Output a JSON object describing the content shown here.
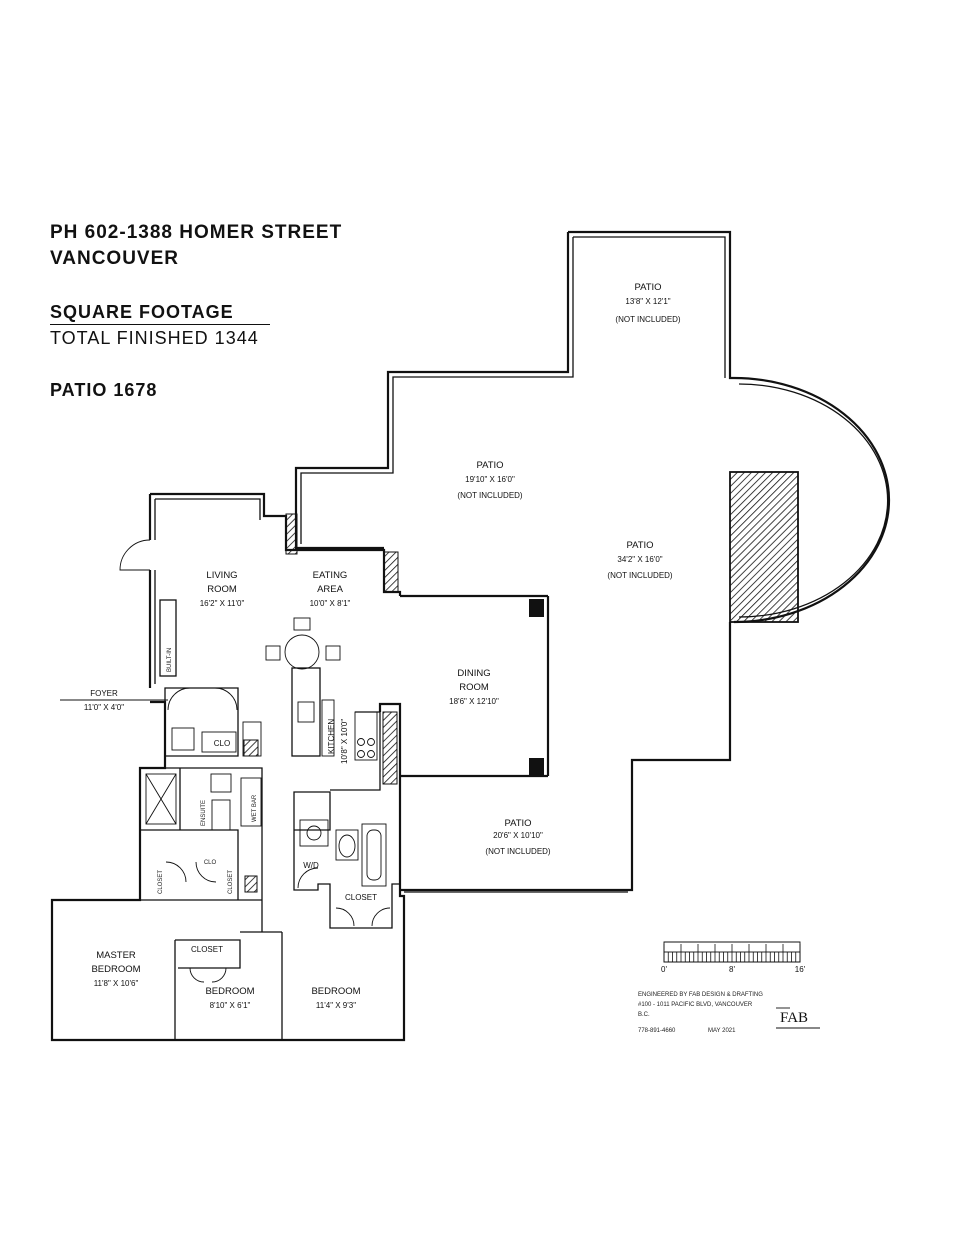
{
  "header": {
    "address_line1": "PH 602-1388 HOMER STREET",
    "address_line2": "VANCOUVER",
    "square_footage_label": "SQUARE FOOTAGE",
    "total_finished": "TOTAL FINISHED 1344",
    "patio": "PATIO 1678"
  },
  "rooms": {
    "patio_top": {
      "name": "PATIO",
      "dims": "13'8\" X 12'1\"",
      "note": "(NOT INCLUDED)"
    },
    "patio_mid": {
      "name": "PATIO",
      "dims": "19'10\" X 16'0\"",
      "note": "(NOT INCLUDED)"
    },
    "patio_right": {
      "name": "PATIO",
      "dims": "34'2\" X 16'0\"",
      "note": "(NOT INCLUDED)"
    },
    "patio_bottom": {
      "name": "PATIO",
      "dims": "20'6\" X 10'10\"",
      "note": "(NOT INCLUDED)"
    },
    "living": {
      "name1": "LIVING",
      "name2": "ROOM",
      "dims": "16'2\" X 11'0\""
    },
    "eating": {
      "name1": "EATING",
      "name2": "AREA",
      "dims": "10'0\" X 8'1\""
    },
    "dining": {
      "name1": "DINING",
      "name2": "ROOM",
      "dims": "18'6\" X 12'10\""
    },
    "kitchen": {
      "name": "KITCHEN",
      "dims": "10'8\" X 10'0\""
    },
    "foyer": {
      "name": "FOYER",
      "dims": "11'0\" X 4'0\""
    },
    "built_in": "BUILT-IN",
    "clo": "CLO",
    "ensuite": "ENSUITE",
    "wet_bar": "WET BAR",
    "closet_left": "CLOSET",
    "closet_mid": "CLOSET",
    "clo_small": "CLO",
    "wd": "W/D",
    "closet_bed2": "CLOSET",
    "closet_bed3": "CLOSET",
    "master": {
      "name1": "MASTER",
      "name2": "BEDROOM",
      "dims": "11'8\" X 10'6\""
    },
    "bedroom2": {
      "name": "BEDROOM",
      "dims": "8'10\" X 6'1\""
    },
    "bedroom3": {
      "name": "BEDROOM",
      "dims": "11'4\" X 9'3\""
    }
  },
  "scale": {
    "labels": [
      "0'",
      "8'",
      "16'"
    ]
  },
  "credits": {
    "line1": "ENGINEERED BY FAB DESIGN & DRAFTING",
    "line2": "#100 - 1011 PACIFIC BLVD, VANCOUVER",
    "line3": "B.C.",
    "phone": "778-891-4660",
    "date": "MAY 2021",
    "logo": "FAB"
  }
}
